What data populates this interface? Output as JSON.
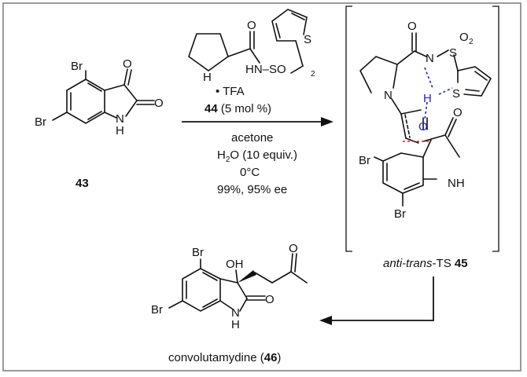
{
  "reagent": {
    "hn_so2_top": "HN–SO",
    "tfa": "• TFA",
    "catalyst_num": "44",
    "catalyst_loading": " (5 mol %)"
  },
  "conditions": {
    "line1": "acetone",
    "line2": "H",
    "line2b": "O (10 equiv.)",
    "line3": "0°C",
    "line4": "99%, 95% ee"
  },
  "compounds": {
    "sm_label": "43",
    "ts_label_italic": "anti-trans",
    "ts_label_rest": "-TS ",
    "ts_num": "45",
    "product_name": "convolutamydine (",
    "product_num": "46",
    "product_close": ")"
  },
  "atoms": {
    "br": "Br",
    "o": "O",
    "n": "N",
    "h": "H",
    "nh": "NH",
    "hn": "HN",
    "s": "S",
    "so2": "SO",
    "o2": "O",
    "oh": "OH",
    "sub2": "2"
  },
  "colors": {
    "hbond": "#2222cc",
    "forming_bond": "#dd2222",
    "frame": "#9a9a9a"
  }
}
